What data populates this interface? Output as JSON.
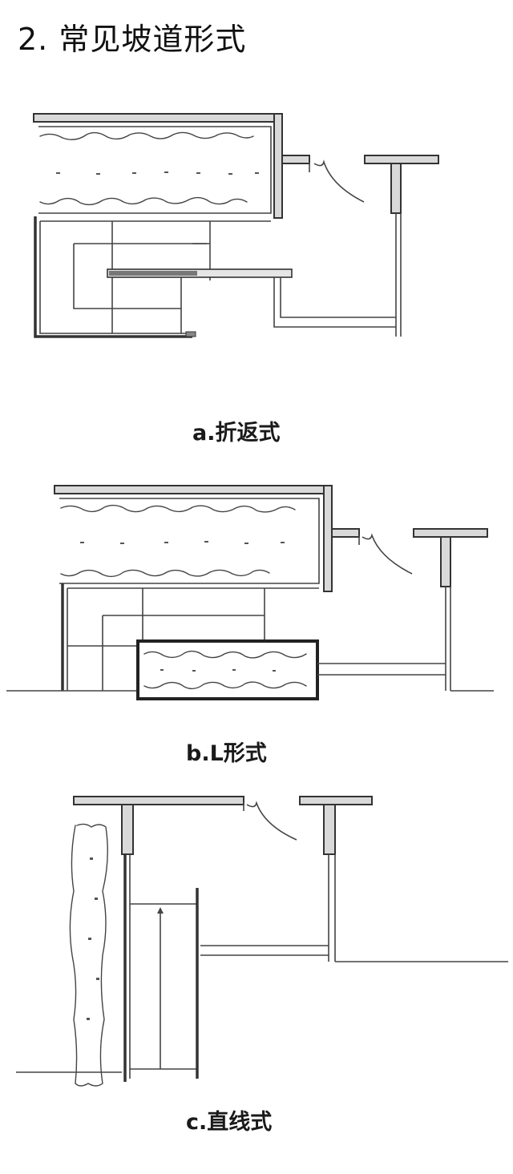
{
  "title": "2. 常见坡道形式",
  "figures": [
    {
      "id": "a",
      "caption": "a.折返式"
    },
    {
      "id": "b",
      "caption": "b.L形式"
    },
    {
      "id": "c",
      "caption": "c.直线式"
    }
  ]
}
